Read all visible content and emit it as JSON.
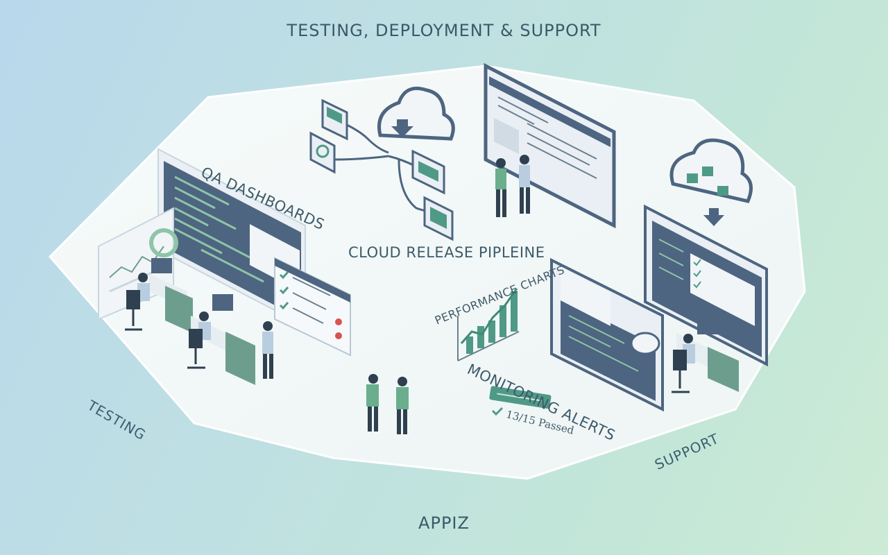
{
  "title": "TESTING, DEPLOYMENT & SUPPORT",
  "footer": "APPIZ",
  "labels": {
    "testing": "TESTING",
    "support": "SUPPORT",
    "qa": "QA DASHBOARDS",
    "pipeline": "CLOUD RELEASE PIPLEINE",
    "performance": "PERFORMANCE CHARTS",
    "monitoring": "MONITORING ALERTS",
    "passed": "13/15 Passed"
  },
  "colors": {
    "platform": "#f3f8f8",
    "screen_dark": "#4d6580",
    "accent_green": "#4f9a86",
    "text": "#3e5a6a",
    "alert_red": "#d9534f"
  },
  "icons": [
    "cloud-upload-icon",
    "cloud-download-icon",
    "check-icon",
    "mail-icon",
    "chart-icon",
    "speech-bubble-icon"
  ]
}
